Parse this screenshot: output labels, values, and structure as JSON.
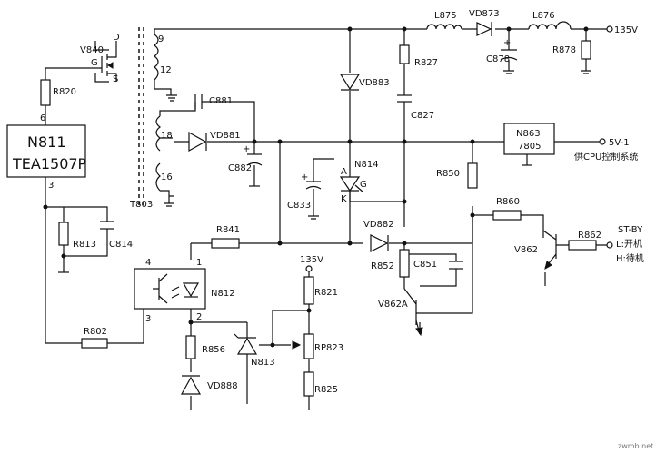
{
  "labels": {
    "vd873": "VD873",
    "l875": "L875",
    "l876": "L876",
    "v135_top": "135V",
    "r827": "R827",
    "vd883": "VD883",
    "c827": "C827",
    "c878": "C878",
    "r878": "R878",
    "v840": "V840",
    "d": "D",
    "g": "G",
    "s": "S",
    "r820": "R820",
    "pin6": "6",
    "n811": "N811",
    "tea": "TEA1507P",
    "pin3": "3",
    "r813": "R813",
    "c814": "C814",
    "t9": "9",
    "t12": "12",
    "t18": "18",
    "t16": "16",
    "t803": "T803",
    "c881": "C881",
    "vd881": "VD881",
    "c882": "C882",
    "n863": "N863",
    "ic7805": "7805",
    "v5": "5V-1",
    "cpu": "供CPU控制系统",
    "n814": "N814",
    "a": "A",
    "k": "K",
    "gate": "G",
    "c833": "C833",
    "r850": "R850",
    "r860": "R860",
    "stby": "ST-BY",
    "l_on": "L:开机",
    "h_stby": "H:待机",
    "r841": "R841",
    "vd882": "VD882",
    "r852": "R852",
    "c851": "C851",
    "v862": "V862",
    "r862": "R862",
    "v862a": "V862A",
    "p4": "4",
    "p1": "1",
    "p3": "3",
    "p2": "2",
    "n812": "N812",
    "v135_bot": "135V",
    "r821": "R821",
    "rp823": "RP823",
    "r825": "R825",
    "r856": "R856",
    "n813": "N813",
    "vd888": "VD888",
    "r802": "R802",
    "watermark": "zwmb.net"
  }
}
